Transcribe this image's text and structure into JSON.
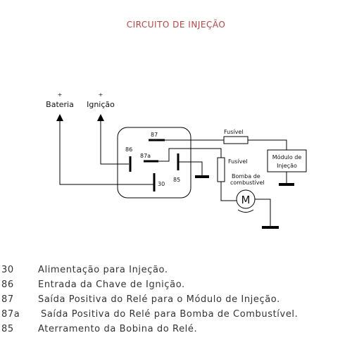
{
  "title": "CIRCUITO DE INJEÇÃO",
  "diagram": {
    "battery_label": "Bateria",
    "battery_sign": "+",
    "ignition_label": "Ignição",
    "ignition_sign": "+",
    "pin_87": "87",
    "pin_86": "86",
    "pin_87a": "87a",
    "pin_85": "85",
    "pin_30": "30",
    "fuse_top_label": "Fusível",
    "fuse_right_label": "Fusível",
    "pump_label_line1": "Bomba de",
    "pump_label_line2": "combustível",
    "motor_symbol": "M",
    "module_line1": "Módulo de",
    "module_line2": "Injeção"
  },
  "legend": [
    {
      "code": "30",
      "text": "Alimentação para Injeção."
    },
    {
      "code": "86",
      "text": "Entrada da Chave de Ignição."
    },
    {
      "code": "87",
      "text": "Saída Positiva do Relé para o Módulo de Injeção."
    },
    {
      "code": "87a",
      "text": "Saída Positiva do Relé para Bomba de Combustível."
    },
    {
      "code": "85",
      "text": "Aterramento da Bobina do Relé."
    }
  ]
}
